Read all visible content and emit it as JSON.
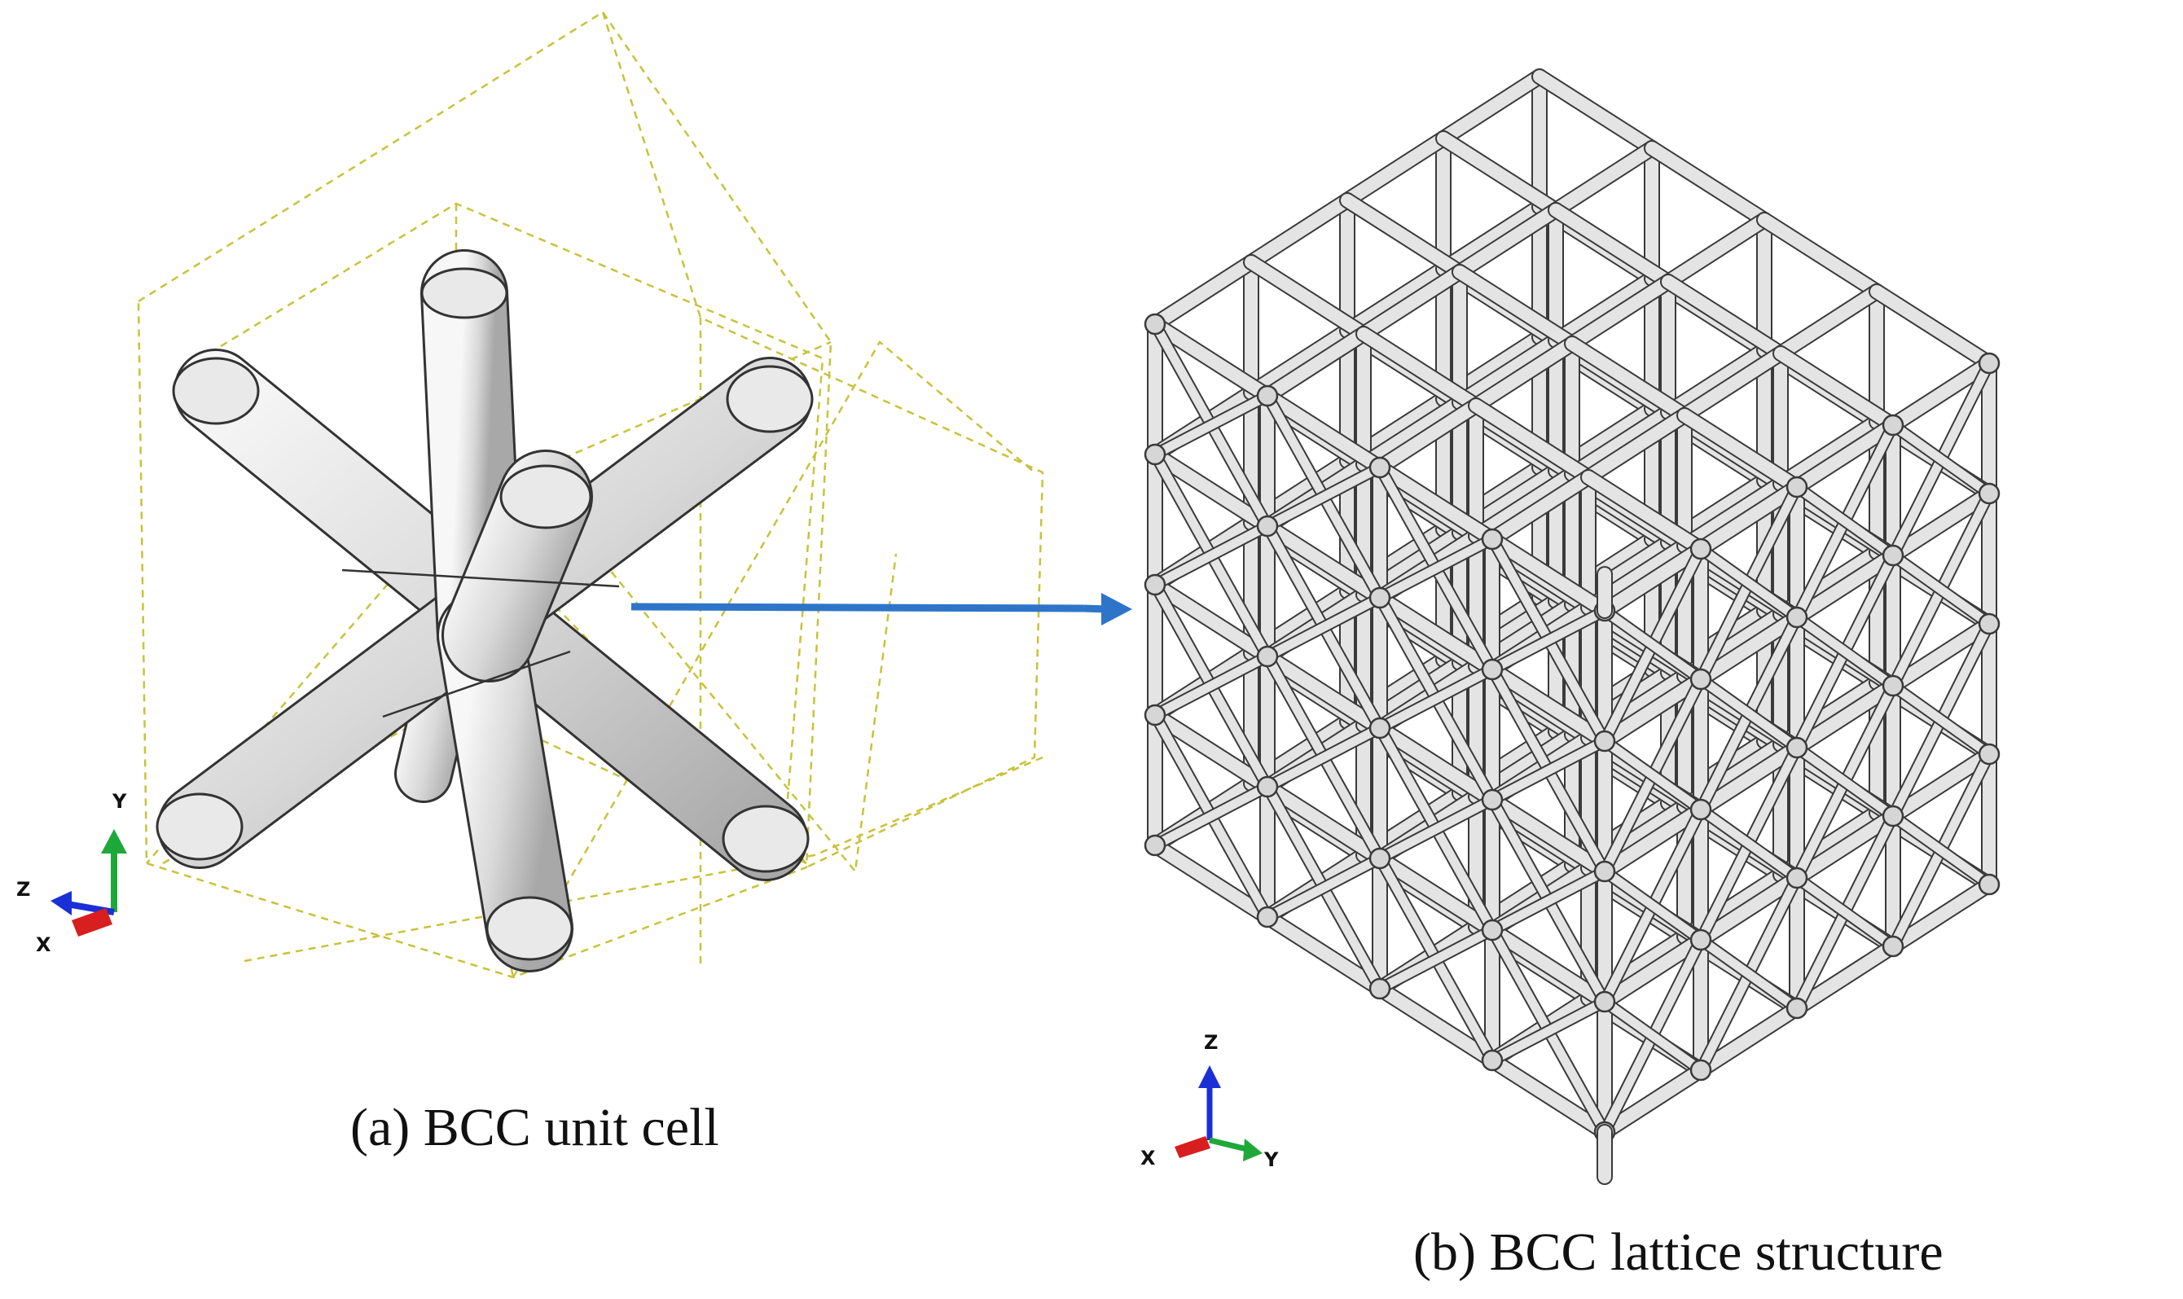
{
  "captions": {
    "unit_cell": "(a) BCC unit cell",
    "lattice": "(b) BCC lattice structure"
  },
  "triad_a": {
    "axis_y": "Y",
    "axis_z": "Z",
    "axis_x": "X"
  },
  "triad_b": {
    "axis_z": "Z",
    "axis_x": "X",
    "axis_y": "Y"
  },
  "colors": {
    "strut_fill": "#dcdcdc",
    "strut_edge": "#333333",
    "datum_lines": "#c9c23a",
    "arrow": "#2e75c9",
    "axis_x": "#d81e1e",
    "axis_y": "#1fa83a",
    "axis_z": "#1a2fd6"
  }
}
